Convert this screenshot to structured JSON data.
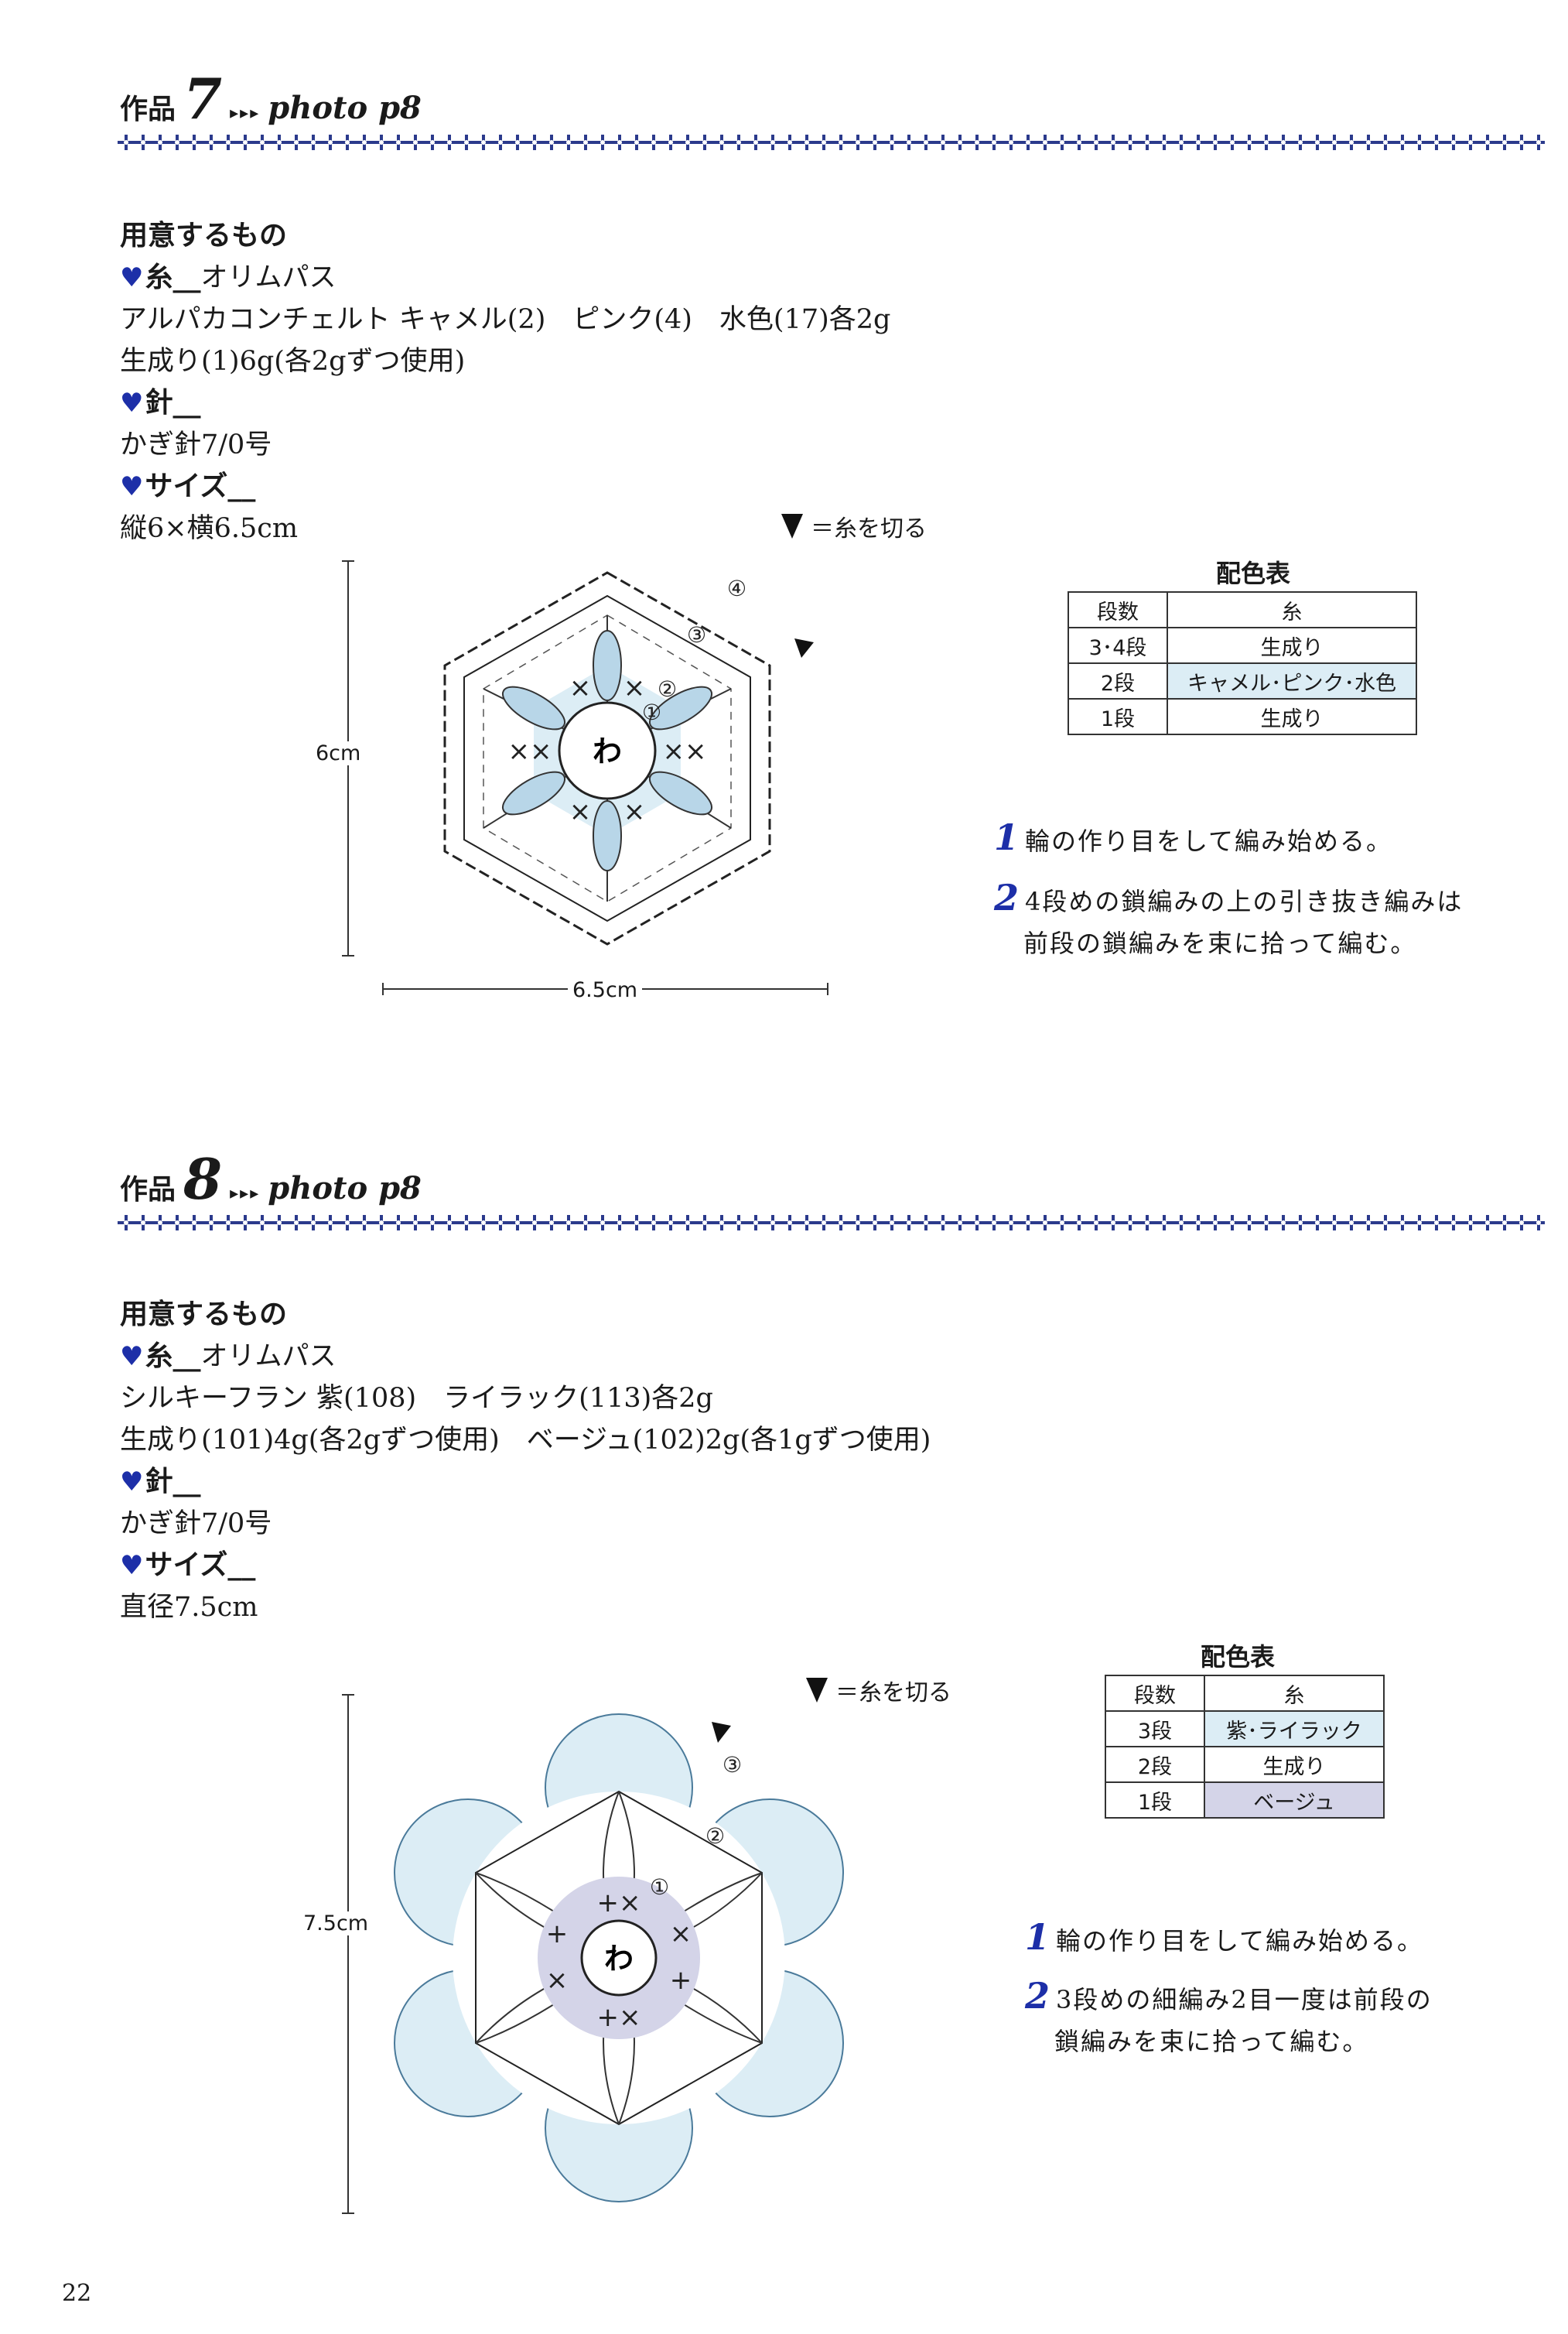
{
  "w7": {
    "sakuhin": "作品",
    "num": "7",
    "photo": "photo p8",
    "materials_title": "用意するもの",
    "yarn_label": "糸",
    "yarn_brand": "オリムパス",
    "yarn_line1": "アルパカコンチェルト キャメル(2)　ピンク(4)　水色(17)各2g",
    "yarn_line2": "生成り(1)6g(各2gずつ使用)",
    "needle_label": "針",
    "needle_value": "かぎ針7/0号",
    "size_label": "サイズ",
    "size_value": "縦6×横6.5cm",
    "legend": "＝糸を切る",
    "table_title": "配色表",
    "table": {
      "headers": [
        "段数",
        "糸"
      ],
      "rows": [
        [
          "3･4段",
          "生成り"
        ],
        [
          "2段",
          "キャメル･ピンク･水色"
        ],
        [
          "1段",
          "生成り"
        ]
      ]
    },
    "notes": [
      {
        "n": "1",
        "lines": [
          "輪の作り目をして編み始める。"
        ]
      },
      {
        "n": "2",
        "lines": [
          "4段めの鎖編みの上の引き抜き編みは",
          "前段の鎖編みを束に拾って編む。"
        ]
      }
    ],
    "dim_v": "6cm",
    "dim_h": "6.5cm",
    "center": "わ",
    "rounds": [
      "①",
      "②",
      "③",
      "④"
    ]
  },
  "w8": {
    "sakuhin": "作品",
    "num": "8",
    "photo": "photo p8",
    "materials_title": "用意するもの",
    "yarn_label": "糸",
    "yarn_brand": "オリムパス",
    "yarn_line1": "シルキーフラン 紫(108)　ライラック(113)各2g",
    "yarn_line2": "生成り(101)4g(各2gずつ使用)　ベージュ(102)2g(各1gずつ使用)",
    "needle_label": "針",
    "needle_value": "かぎ針7/0号",
    "size_label": "サイズ",
    "size_value": "直径7.5cm",
    "legend": "＝糸を切る",
    "table_title": "配色表",
    "table": {
      "headers": [
        "段数",
        "糸"
      ],
      "rows": [
        [
          "3段",
          "紫･ライラック"
        ],
        [
          "2段",
          "生成り"
        ],
        [
          "1段",
          "ベージュ"
        ]
      ]
    },
    "notes": [
      {
        "n": "1",
        "lines": [
          "輪の作り目をして編み始める。"
        ]
      },
      {
        "n": "2",
        "lines": [
          "3段めの細編み2目一度は前段の",
          "鎖編みを束に拾って編む。"
        ]
      }
    ],
    "dim_v": "7.5cm",
    "center": "わ",
    "rounds": [
      "①",
      "②",
      "③"
    ]
  },
  "page_number": "22",
  "colors": {
    "accent": "#1d2fa8",
    "light_blue": "#dcedf5",
    "lavender": "#d4d4e8"
  }
}
